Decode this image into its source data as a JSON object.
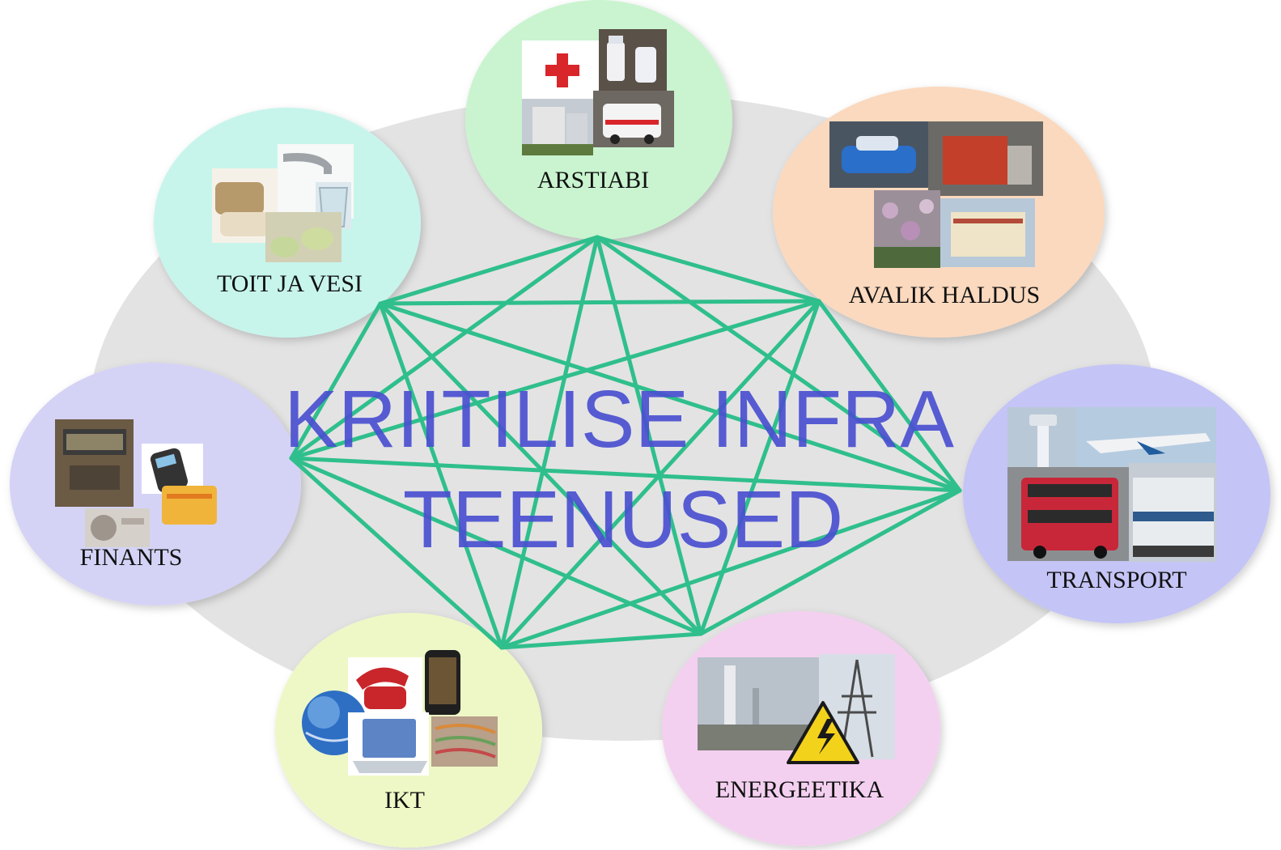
{
  "title": {
    "line1": "KRIITILISE INFRA",
    "line2": "TEENUSED"
  },
  "colors": {
    "background_ellipse": "#e3e3e3",
    "network_lines": "#2fbf8c",
    "title": "#4a4fd0"
  },
  "nodes": [
    {
      "id": "arstiabi",
      "label": "ARSTIABI",
      "color": "#c9f4cf",
      "icons": [
        "red-cross-icon",
        "medicine-bottles-icon",
        "hospital-building-icon",
        "ambulance-icon"
      ]
    },
    {
      "id": "avalik-haldus",
      "label": "AVALIK HALDUS",
      "color": "#fbd9be",
      "icons": [
        "police-car-icon",
        "fire-truck-icon",
        "flowers-icon",
        "government-building-icon"
      ]
    },
    {
      "id": "transport",
      "label": "TRANSPORT",
      "color": "#c4c4f6",
      "icons": [
        "control-tower-icon",
        "airplane-icon",
        "bus-icon",
        "train-icon"
      ]
    },
    {
      "id": "energeetika",
      "label": "ENERGEETIKA",
      "color": "#f4d0f0",
      "icons": [
        "power-plant-icon",
        "power-pylon-icon",
        "high-voltage-warning-icon"
      ]
    },
    {
      "id": "ikt",
      "label": "IKT",
      "color": "#eef8c6",
      "icons": [
        "telephone-icon",
        "mobile-phone-icon",
        "globe-icon",
        "laptop-icon",
        "cables-icon"
      ]
    },
    {
      "id": "finants",
      "label": "FINANTS",
      "color": "#d4d3f6",
      "icons": [
        "atm-icon",
        "card-terminal-icon",
        "bank-card-icon",
        "banknote-icon"
      ]
    },
    {
      "id": "toit-ja-vesi",
      "label": "TOIT JA VESI",
      "color": "#c7f5ec",
      "icons": [
        "bread-icon",
        "water-tap-icon",
        "glass-of-water-icon",
        "cheese-icon"
      ]
    }
  ]
}
